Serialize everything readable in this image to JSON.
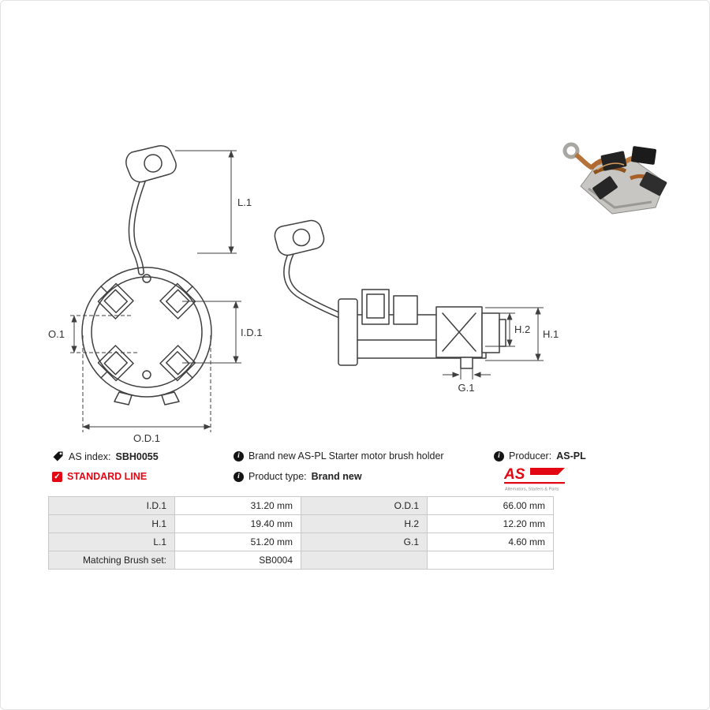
{
  "diagram": {
    "labels": {
      "l1": "L.1",
      "o1": "O.1",
      "id1": "I.D.1",
      "od1": "O.D.1",
      "h2": "H.2",
      "h1": "H.1",
      "g1": "G.1"
    }
  },
  "info": {
    "as_index_label": "AS index:",
    "as_index_value": "SBH0055",
    "standard_line": "STANDARD LINE",
    "description": "Brand new AS-PL Starter motor brush holder",
    "product_type_label": "Product type:",
    "product_type_value": "Brand new",
    "producer_label": "Producer:",
    "producer_value": "AS-PL",
    "logo": {
      "text": "AS",
      "subtext": "Alternators, Starters & Parts"
    }
  },
  "table": {
    "rows": [
      {
        "c1": "I.D.1",
        "c2": "31.20 mm",
        "c3": "O.D.1",
        "c4": "66.00 mm"
      },
      {
        "c1": "H.1",
        "c2": "19.40 mm",
        "c3": "H.2",
        "c4": "12.20 mm"
      },
      {
        "c1": "L.1",
        "c2": "51.20 mm",
        "c3": "G.1",
        "c4": "4.60 mm"
      },
      {
        "c1": "Matching Brush set:",
        "c2": "SB0004",
        "c3": "",
        "c4": ""
      }
    ]
  },
  "colors": {
    "accent_red": "#e30613",
    "drawing_line": "#3f3f3f",
    "table_label_bg": "#e9e9e9",
    "table_border": "#c9c9c9",
    "copper": "#b06a30",
    "brush_black": "#232323"
  }
}
